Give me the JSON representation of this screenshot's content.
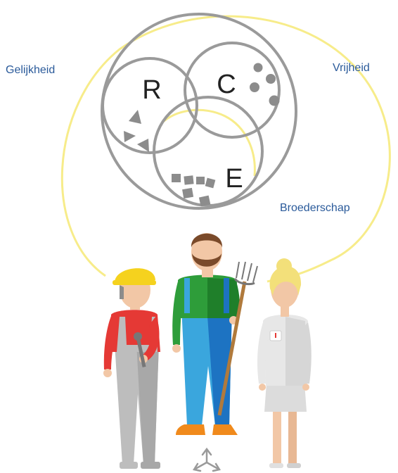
{
  "labels": {
    "left": "Gelijkheid",
    "right": "Vrijheid",
    "bottom": "Broederschap"
  },
  "sets": {
    "r": "R",
    "c": "C",
    "e": "E"
  },
  "colors": {
    "circle_stroke": "#9a9a9a",
    "halo": "#f7ec8a",
    "label_text": "#2a5a9a",
    "shape_fill": "#8c8c8c",
    "hard_hat": "#f5d21e",
    "red_shirt": "#e53935",
    "overalls_grey": "#bdbdbd",
    "green_shirt": "#2e9d3a",
    "blue_overalls_light": "#3aa6dd",
    "blue_overalls_dark": "#1d73c2",
    "boots": "#f08a1c",
    "beard": "#7a4a2a",
    "skin": "#f2c7a6",
    "blonde_hair": "#f3e07a",
    "white_coat": "#e7e7e7"
  },
  "figures": [
    "construction-worker",
    "farmer",
    "office-worker"
  ],
  "icons": [
    "pitchfork-icon",
    "wrench-icon",
    "name-badge-icon",
    "tri-arrow-icon"
  ]
}
